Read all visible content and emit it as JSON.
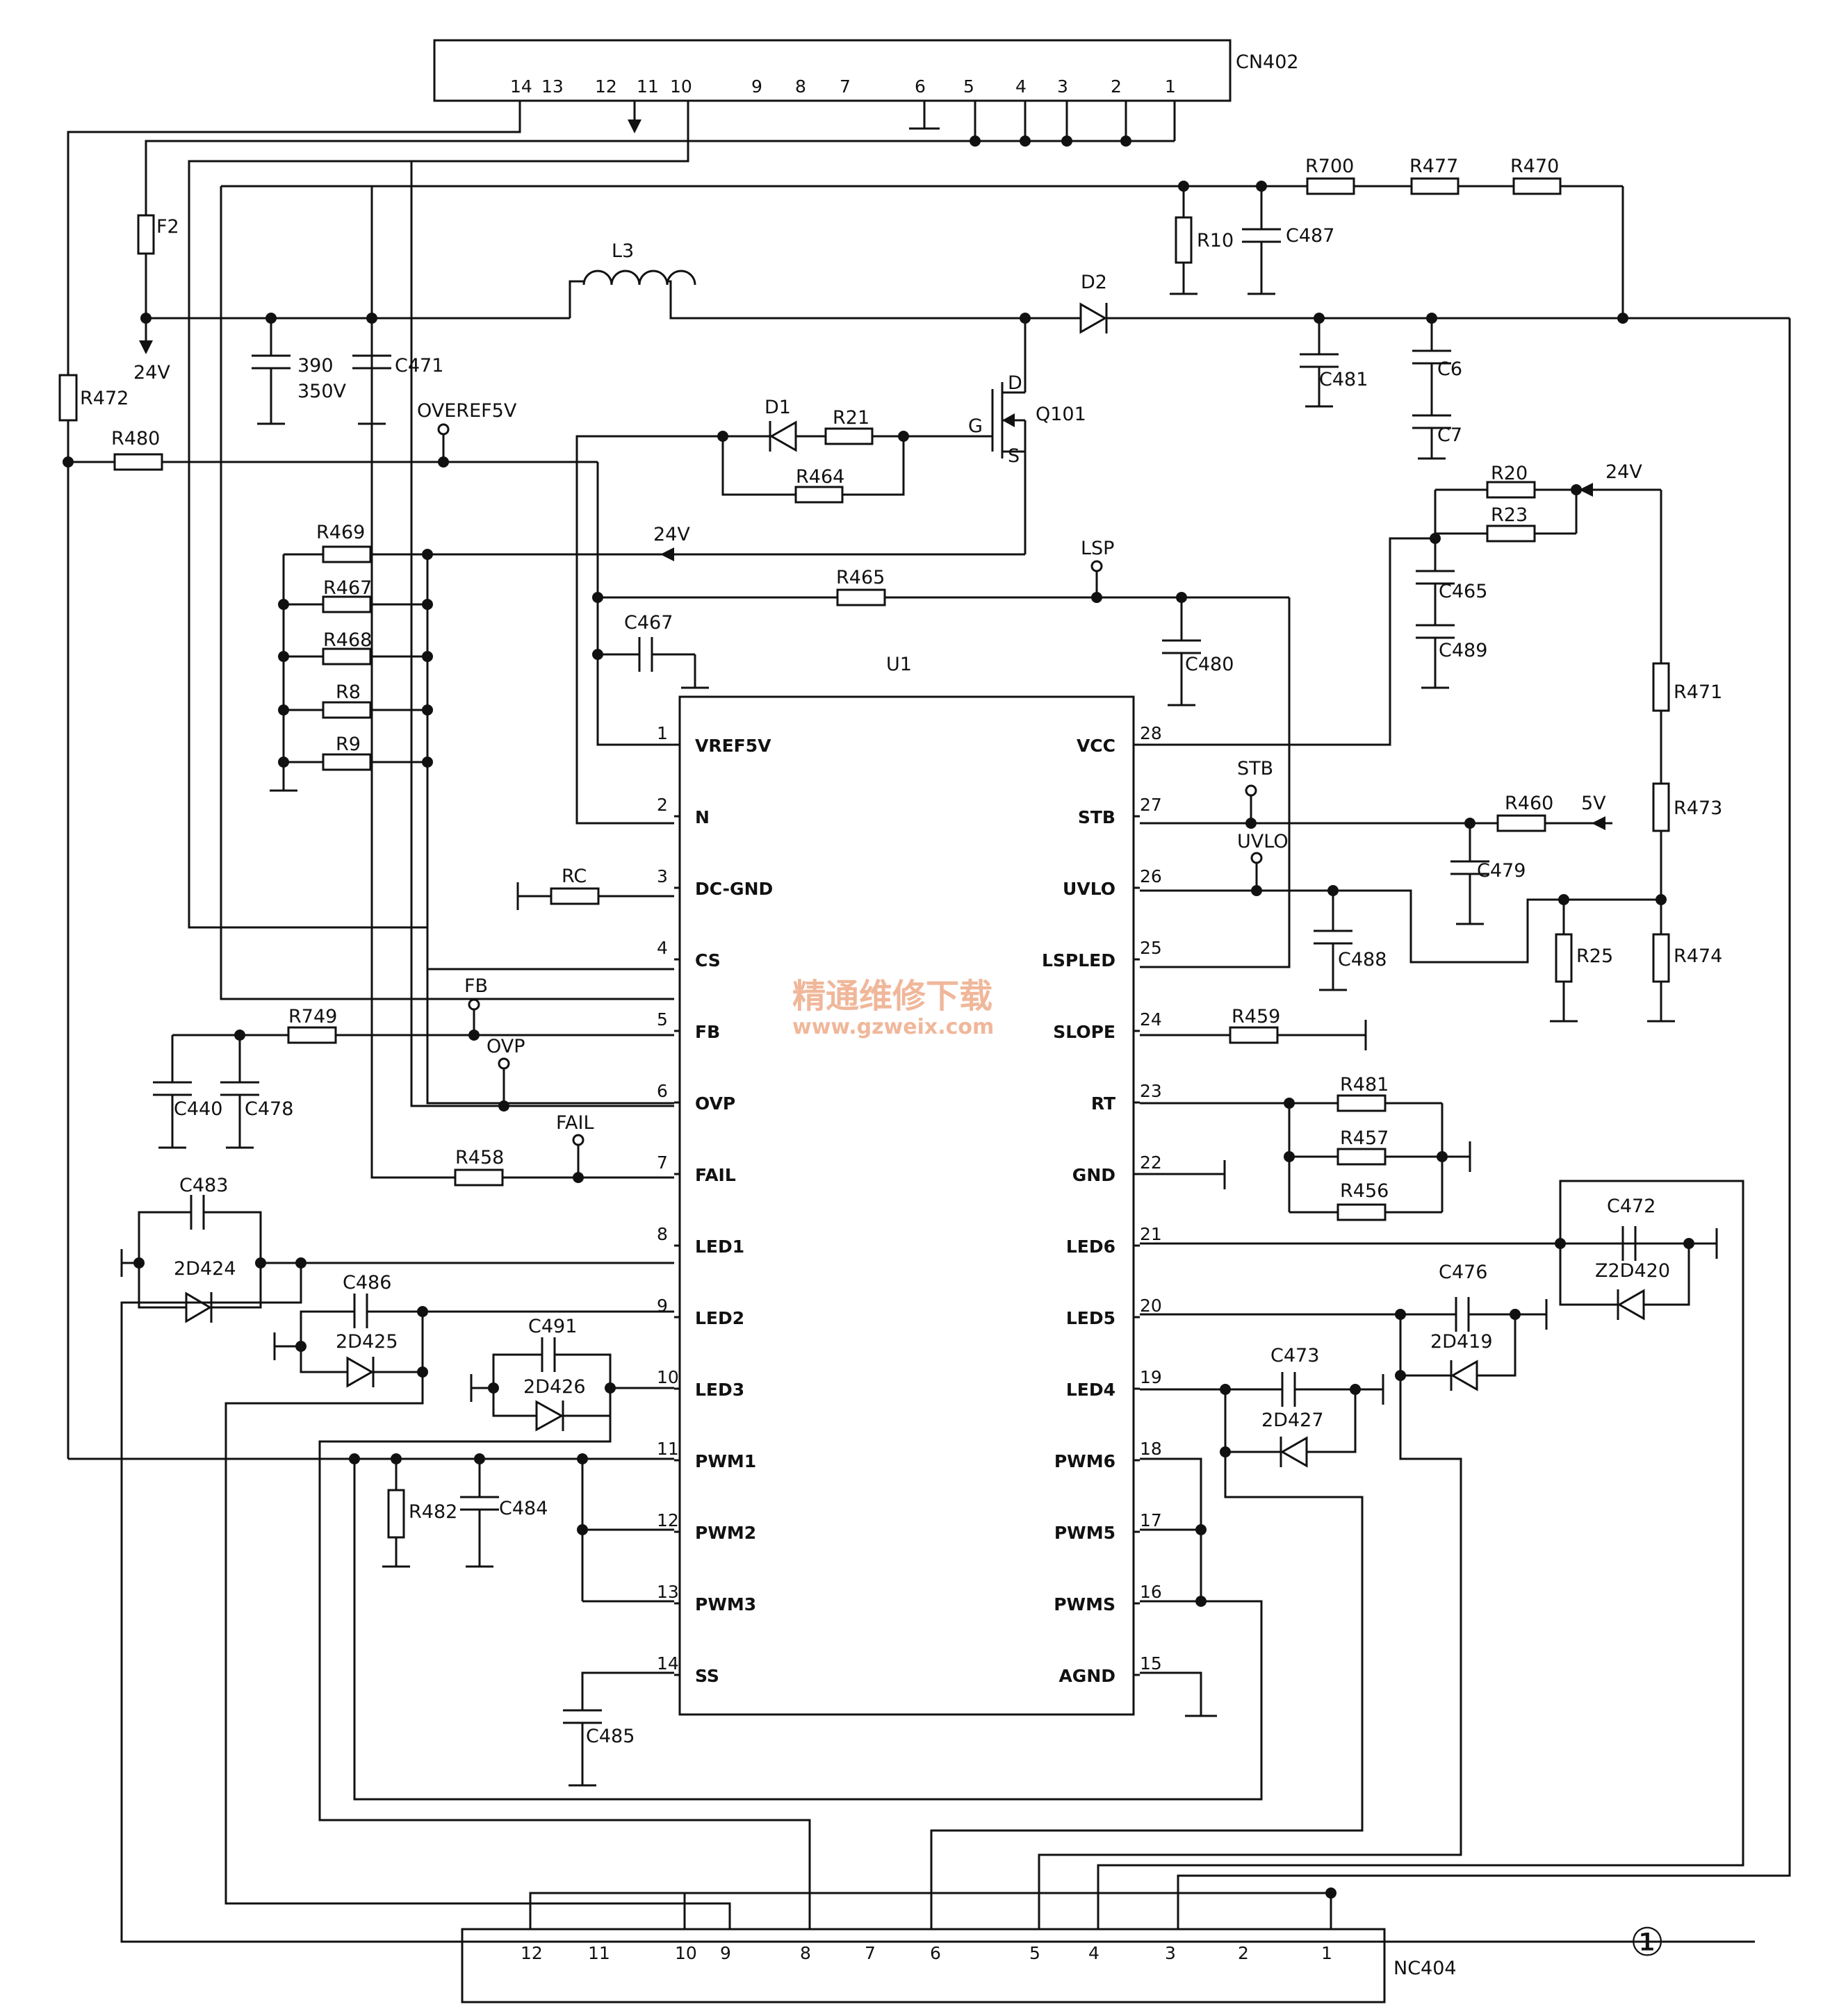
{
  "connectors": {
    "cn402": {
      "name": "CN402",
      "pins": [
        "14",
        "13",
        "12",
        "11",
        "10",
        "9",
        "8",
        "7",
        "6",
        "5",
        "4",
        "3",
        "2",
        "1"
      ]
    },
    "nc404": {
      "name": "NC404",
      "pins": [
        "12",
        "11",
        "10",
        "9",
        "8",
        "7",
        "6",
        "5",
        "4",
        "3",
        "2",
        "1"
      ]
    }
  },
  "ic": {
    "name": "U1",
    "left_pins": [
      {
        "num": "1",
        "name": "VREF5V"
      },
      {
        "num": "2",
        "name": "N"
      },
      {
        "num": "3",
        "name": "DC-GND"
      },
      {
        "num": "4",
        "name": "CS"
      },
      {
        "num": "5",
        "name": "FB"
      },
      {
        "num": "6",
        "name": "OVP"
      },
      {
        "num": "7",
        "name": "FAIL"
      },
      {
        "num": "8",
        "name": "LED1"
      },
      {
        "num": "9",
        "name": "LED2"
      },
      {
        "num": "10",
        "name": "LED3"
      },
      {
        "num": "11",
        "name": "PWM1"
      },
      {
        "num": "12",
        "name": "PWM2"
      },
      {
        "num": "13",
        "name": "PWM3"
      },
      {
        "num": "14",
        "name": "SS"
      }
    ],
    "right_pins": [
      {
        "num": "28",
        "name": "VCC"
      },
      {
        "num": "27",
        "name": "STB"
      },
      {
        "num": "26",
        "name": "UVLO"
      },
      {
        "num": "25",
        "name": "LSPLED"
      },
      {
        "num": "24",
        "name": "SLOPE"
      },
      {
        "num": "23",
        "name": "RT"
      },
      {
        "num": "22",
        "name": "GND"
      },
      {
        "num": "21",
        "name": "LED6"
      },
      {
        "num": "20",
        "name": "LED5"
      },
      {
        "num": "19",
        "name": "LED4"
      },
      {
        "num": "18",
        "name": "PWM6"
      },
      {
        "num": "17",
        "name": "PWM5"
      },
      {
        "num": "16",
        "name": "PWMS"
      },
      {
        "num": "15",
        "name": "AGND"
      }
    ]
  },
  "labels": {
    "f2": "F2",
    "v24a": "24V",
    "r472": "R472",
    "r480": "R480",
    "c390": "390",
    "c390v": "350V",
    "c471": "C471",
    "l3": "L3",
    "d2": "D2",
    "r700": "R700",
    "r477": "R477",
    "r470": "R470",
    "r10": "R10",
    "c487": "C487",
    "c481": "C481",
    "c6": "C6",
    "c7": "C7",
    "overef": "OVEREF5V",
    "d1": "D1",
    "r21": "R21",
    "r464": "R464",
    "g": "G",
    "d": "D",
    "s": "S",
    "q101": "Q101",
    "r20": "R20",
    "r23": "R23",
    "v24b": "24V",
    "c465": "C465",
    "c489": "C489",
    "r469": "R469",
    "v24c": "24V",
    "r467": "R467",
    "r468": "R468",
    "r8": "R8",
    "r9": "R9",
    "r465": "R465",
    "lsp": "LSP",
    "c467": "C467",
    "c480": "C480",
    "r471": "R471",
    "stb": "STB",
    "r460": "R460",
    "v5": "5V",
    "r473": "R473",
    "c479": "C479",
    "uvlo": "UVLO",
    "c488": "C488",
    "r25": "R25",
    "r474": "R474",
    "rc": "RC",
    "fb": "FB",
    "r749": "R749",
    "ovp": "OVP",
    "c440": "C440",
    "c478": "C478",
    "fail": "FAIL",
    "r458": "R458",
    "r459": "R459",
    "r481": "R481",
    "r457": "R457",
    "r456": "R456",
    "c483": "C483",
    "zd424": "2D424",
    "c486": "C486",
    "zd425": "2D425",
    "c491": "C491",
    "zd426": "2D426",
    "c472": "C472",
    "zd420": "Z2D420",
    "c476": "C476",
    "zd419": "2D419",
    "c473": "C473",
    "zd427": "2D427",
    "r482": "R482",
    "c484": "C484",
    "c485": "C485"
  },
  "watermark": {
    "cn": "精通维修下载",
    "url": "www.gzweix.com"
  },
  "figure_number": "①"
}
